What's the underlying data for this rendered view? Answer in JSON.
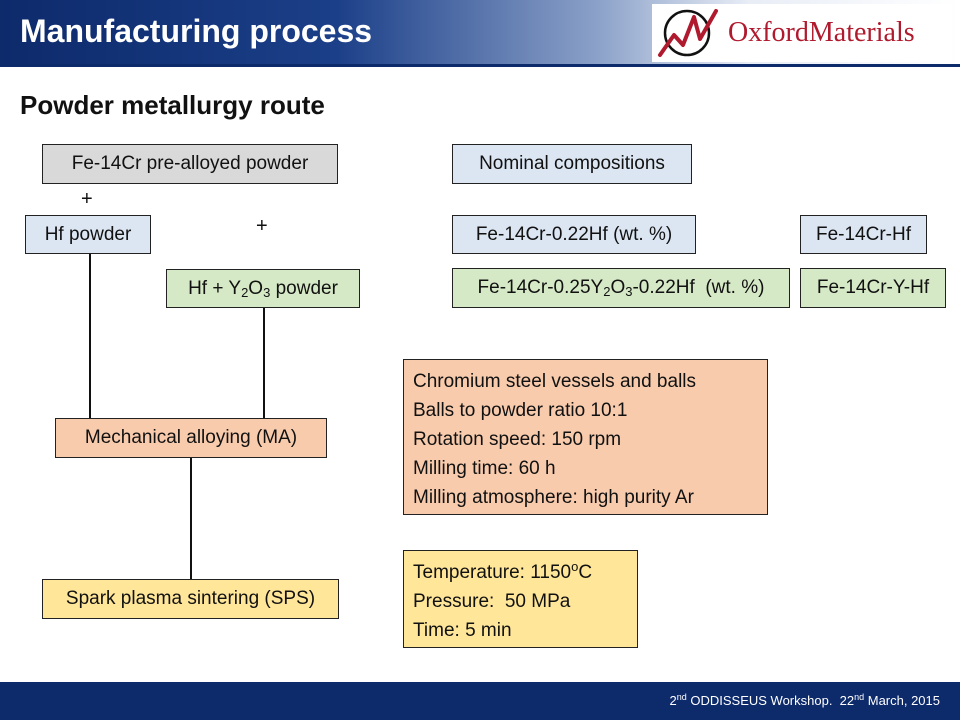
{
  "header": {
    "title": "Manufacturing process",
    "logo_text_oxford": "Oxford",
    "logo_text_materials": "Materials"
  },
  "subtitle": "Powder metallurgy route",
  "flow": {
    "base_powder": "Fe-14Cr pre-alloyed powder",
    "plus_symbol": "+",
    "hf_powder": "Hf powder",
    "hf_y2o3_powder": {
      "pre": "Hf + Y",
      "sub1": "2",
      "mid": "O",
      "sub2": "3",
      "post": " powder"
    },
    "mechanical_alloying": "Mechanical alloying (MA)",
    "sps": "Spark plasma sintering (SPS)"
  },
  "compositions": {
    "heading": "Nominal compositions",
    "comp1": "Fe-14Cr-0.22Hf (wt. %)",
    "comp1_label": "Fe-14Cr-Hf",
    "comp2": {
      "pre": "Fe-14Cr-0.25Y",
      "sub1": "2",
      "mid": "O",
      "sub2": "3",
      "post": "-0.22Hf  (wt. %)"
    },
    "comp2_label": "Fe-14Cr-Y-Hf"
  },
  "ma_params": [
    "Chromium steel vessels and balls",
    "Balls to powder ratio 10:1",
    "Rotation speed: 150 rpm",
    "Milling time: 60 h",
    "Milling atmosphere: high purity Ar"
  ],
  "sps_params": {
    "temperature": {
      "pre": "Temperature: 1150",
      "sup": "o",
      "post": "C"
    },
    "pressure": "Pressure:  50 MPa",
    "time": "Time: 5 min"
  },
  "footer": {
    "ord1": "2",
    "ord1_sup": "nd",
    "workshop": " ODDISSEUS Workshop.  22",
    "ord2_sup": "nd",
    "date": " March, 2015"
  },
  "colors": {
    "header_navy": "#0d2a6b",
    "logo_red": "#b01a2e",
    "box_gray": "#d9d9d9",
    "box_blue": "#dce6f3",
    "box_green": "#d6e9c6",
    "box_peach": "#f8cbad",
    "box_yellow": "#ffe699"
  }
}
